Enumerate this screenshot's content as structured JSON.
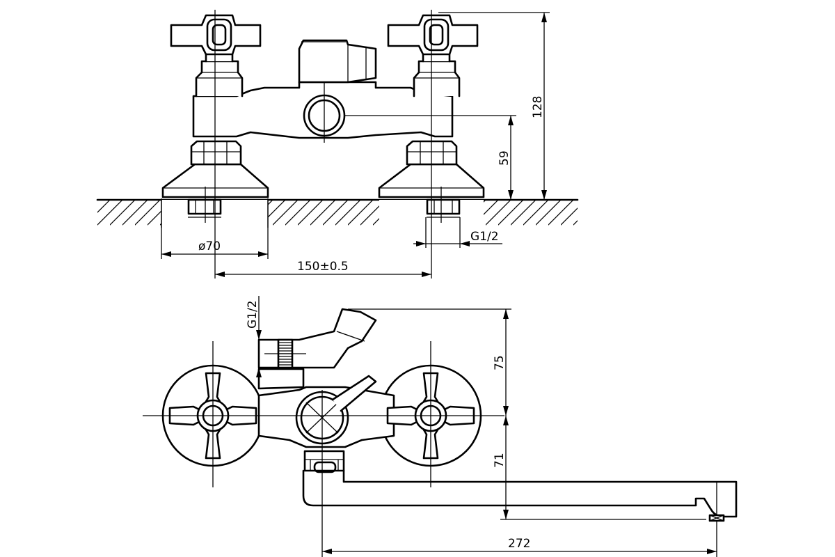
{
  "front_view": {
    "dimensions": {
      "total_height": "128",
      "outlet_height": "59",
      "flange_diameter": "ø70",
      "center_distance": "150±0.5",
      "connection_thread": "G1/2"
    }
  },
  "top_view": {
    "dimensions": {
      "connection_thread": "G1/2",
      "diverter_height": "75",
      "spout_offset": "71",
      "spout_length": "272"
    }
  }
}
